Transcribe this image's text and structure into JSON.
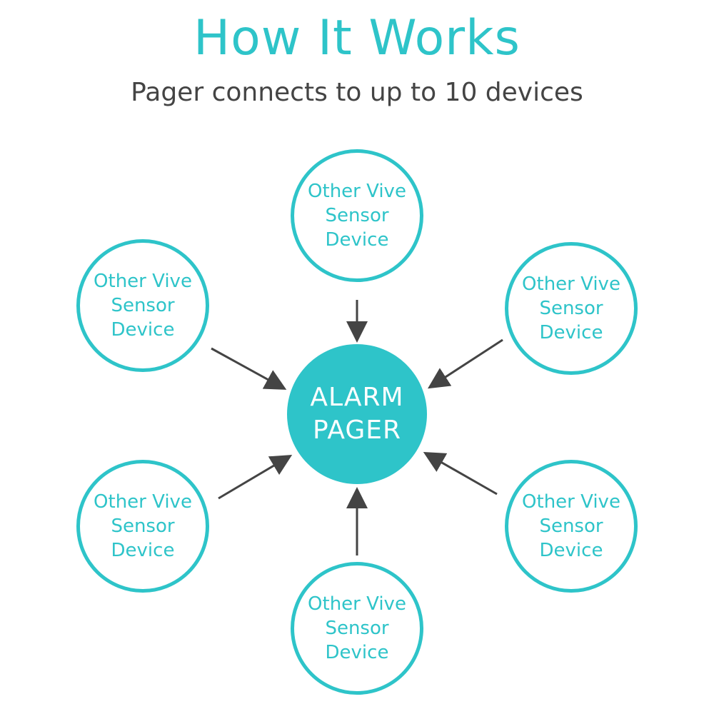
{
  "title": "How It Works",
  "subtitle": "Pager connects to up to 10 devices",
  "colors": {
    "accent": "#2ec4c9",
    "hub_fill": "#2ec4c9",
    "arrow": "#444444",
    "subtitle_text": "#444444"
  },
  "hub": {
    "line1": "ALARM",
    "line2": "PAGER"
  },
  "device_label": {
    "line1": "Other Vive",
    "line2": "Sensor",
    "line3": "Device"
  }
}
